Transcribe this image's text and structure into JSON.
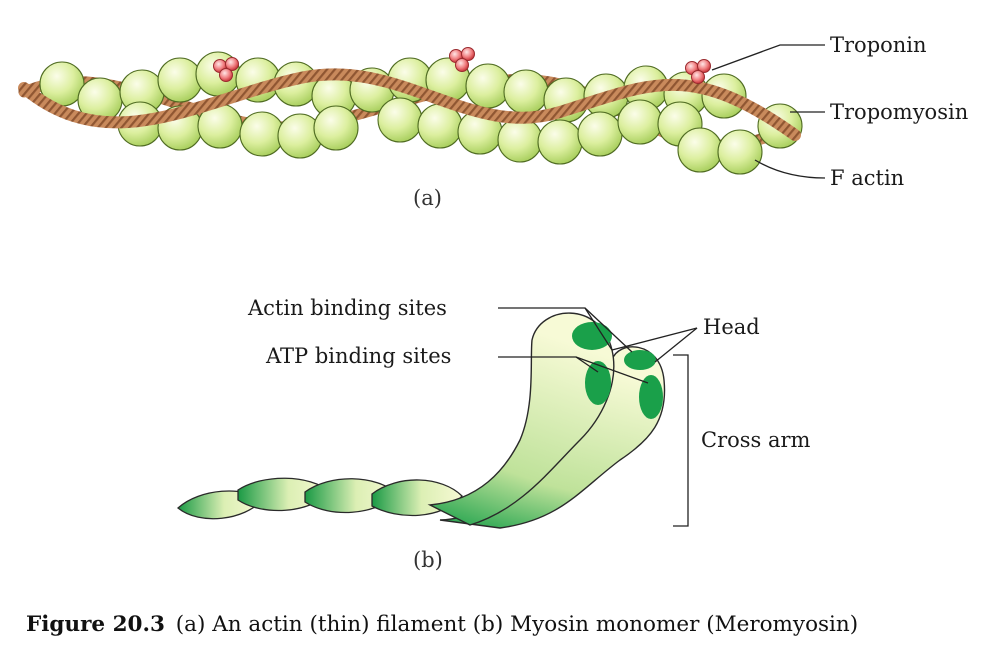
{
  "panel_a": {
    "labels": {
      "troponin": "Troponin",
      "tropomyosin": "Tropomyosin",
      "f_actin": "F actin"
    },
    "sublabel": "(a)"
  },
  "panel_b": {
    "labels": {
      "actin_binding_sites": "Actin binding sites",
      "atp_binding_sites": "ATP binding sites",
      "head": "Head",
      "cross_arm": "Cross arm"
    },
    "sublabel": "(b)"
  },
  "caption": {
    "figure_number": "Figure 20.3",
    "text": "(a) An actin (thin) filament (b) Myosin monomer (Meromyosin)"
  },
  "colors": {
    "actin_bead": "#d9ee9a",
    "tropomyosin": "#c8875a",
    "troponin": "#e9545a",
    "myosin_light": "#f4f8c8",
    "myosin_green": "#1aa04a"
  }
}
